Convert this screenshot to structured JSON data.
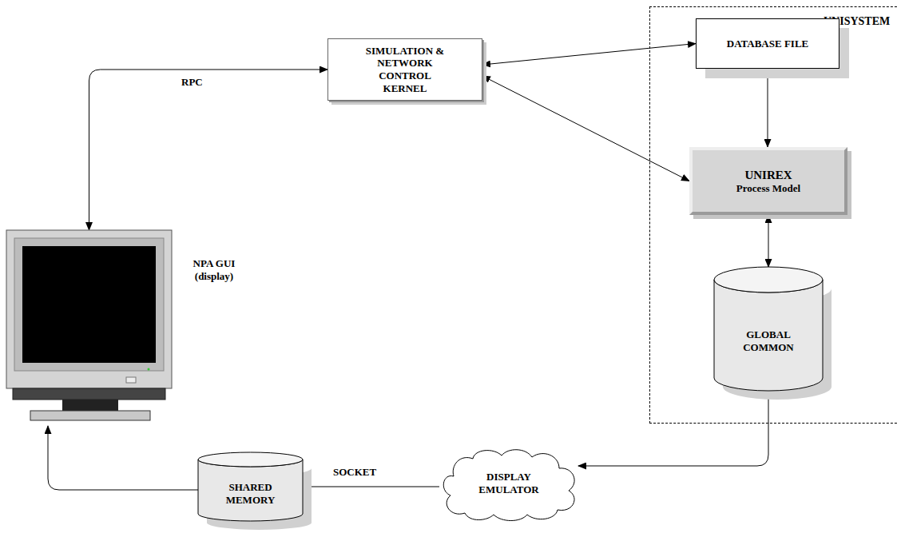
{
  "diagram": {
    "nodes": [
      {
        "text": [
          "SIMULATION & NETWORK CONTROL KERNEL"
        ]
      },
      {
        "text": [
          "UNISYSTEM"
        ]
      },
      {
        "text": [
          "DATABASE FILE"
        ],
        "in": 1
      },
      {
        "text": [
          "UNIREX",
          "Process Model"
        ],
        "in": 1
      },
      {
        "text": [
          "NPA GUI (display)"
        ]
      },
      {
        "text": [
          "GLOBAL COMMON"
        ],
        "in": 1
      },
      {
        "text": [
          "SHARED MEMORY"
        ]
      },
      {
        "text": [
          "DISPLAY EMULATOR"
        ]
      }
    ],
    "edges": [
      {
        "from": 4,
        "to": 0,
        "label": "RPC",
        "arrow": "both"
      },
      {
        "from": 0,
        "to": 2,
        "arrow": "both"
      },
      {
        "from": 0,
        "to": 3,
        "arrow": "both"
      },
      {
        "from": 2,
        "to": 3,
        "arrow": "to"
      },
      {
        "from": 3,
        "to": 5,
        "arrow": "both"
      },
      {
        "from": 5,
        "to": 7,
        "arrow": "to"
      },
      {
        "from": 7,
        "to": 6,
        "label": "SOCKET",
        "arrow": "to"
      },
      {
        "from": 6,
        "to": 4,
        "arrow": "to"
      }
    ]
  }
}
